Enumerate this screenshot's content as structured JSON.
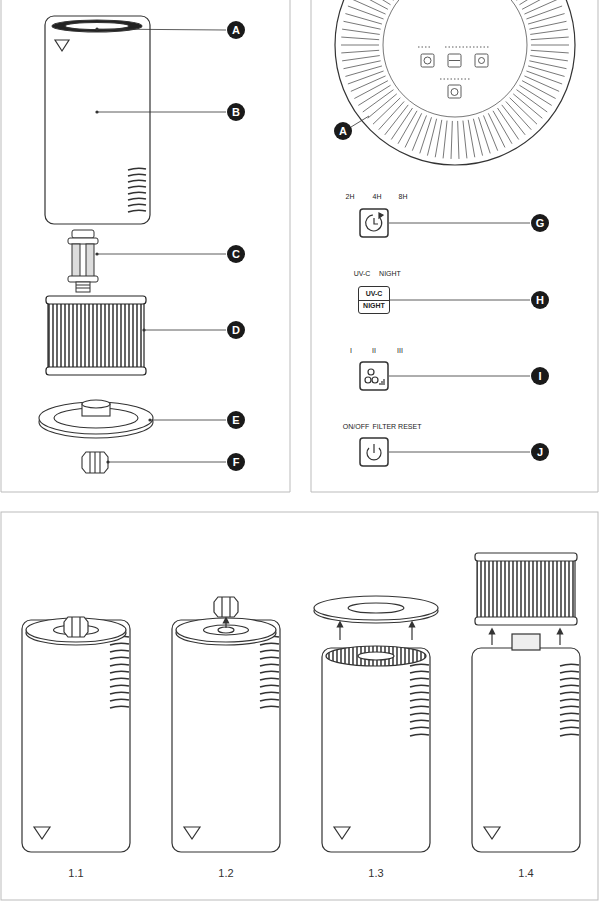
{
  "diagram": {
    "nodes": [
      {
        "text": [
          "A"
        ]
      },
      {
        "text": [
          "B"
        ]
      },
      {
        "text": [
          "C"
        ]
      },
      {
        "text": [
          "D"
        ]
      },
      {
        "text": [
          "E"
        ]
      },
      {
        "text": [
          "F"
        ]
      },
      {
        "text": [
          "A"
        ]
      },
      {
        "text": [
          "G"
        ]
      },
      {
        "text": [
          "UV-C",
          "NIGHT"
        ]
      },
      {
        "text": [
          "H"
        ]
      },
      {
        "text": [
          "I"
        ]
      },
      {
        "text": [
          "J"
        ]
      }
    ],
    "labels": [
      "2H",
      "4H",
      "8H",
      "UV-C",
      "NIGHT",
      "I",
      "II",
      "III",
      "ON/OFF",
      "FILTER RESET",
      "1.1",
      "1.2",
      "1.3",
      "1.4"
    ]
  }
}
